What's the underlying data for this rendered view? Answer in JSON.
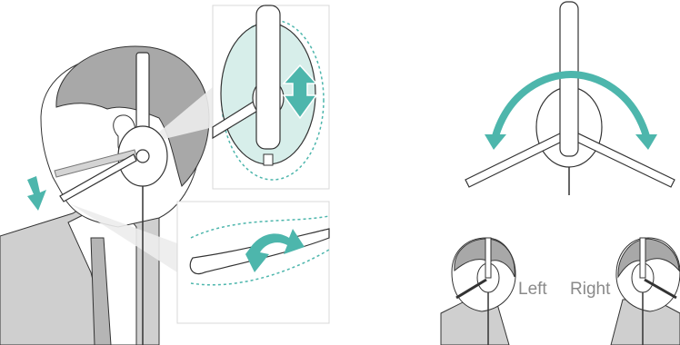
{
  "labels": {
    "left": "Left",
    "right": "Right"
  },
  "colors": {
    "accent": "#4db6ac",
    "accent_light": "#d7eeea",
    "hair": "#a8a8a8",
    "suit": "#c9c9c9",
    "skin": "#ffffff",
    "line": "#3a3a3a"
  },
  "panels": [
    {
      "name": "headset-wearing-profile",
      "arrows": [
        "down-arrow-boom-lower"
      ]
    },
    {
      "name": "earcup-height-detail",
      "arrows": [
        "up-down-adjust-arrow"
      ]
    },
    {
      "name": "boom-flex-detail",
      "arrows": [
        "curved-bend-arrow"
      ]
    },
    {
      "name": "boom-rotation",
      "arrows": [
        "rotation-arc-arrow"
      ]
    },
    {
      "name": "left-wear",
      "label_key": "left"
    },
    {
      "name": "right-wear",
      "label_key": "right"
    }
  ]
}
